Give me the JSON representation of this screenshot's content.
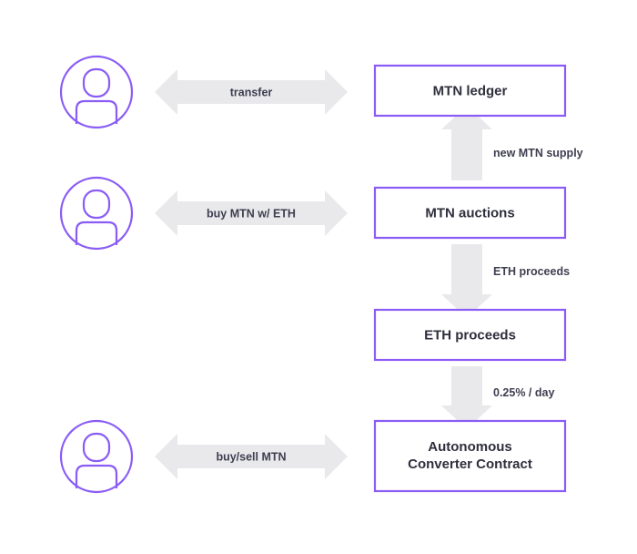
{
  "colors": {
    "accent": "#8a5cf5",
    "arrow_fill": "#e9e9ec",
    "text": "#3e3e50",
    "box_text": "#2f2f3d",
    "background": "#ffffff"
  },
  "actors": [
    {
      "icon": "user-icon"
    },
    {
      "icon": "user-icon"
    },
    {
      "icon": "user-icon"
    }
  ],
  "horizontal_arrows": [
    {
      "label": "transfer"
    },
    {
      "label": "buy MTN w/ ETH"
    },
    {
      "label": "buy/sell MTN"
    }
  ],
  "boxes": {
    "ledger": {
      "label": "MTN ledger"
    },
    "auctions": {
      "label": "MTN auctions"
    },
    "proceeds": {
      "label": "ETH proceeds"
    },
    "converter": {
      "line1": "Autonomous",
      "line2": "Converter Contract"
    }
  },
  "vertical_arrows": {
    "supply": {
      "label": "new MTN supply"
    },
    "eth_proceeds": {
      "label": "ETH proceeds"
    },
    "daily_rate": {
      "label": "0.25% / day"
    }
  }
}
